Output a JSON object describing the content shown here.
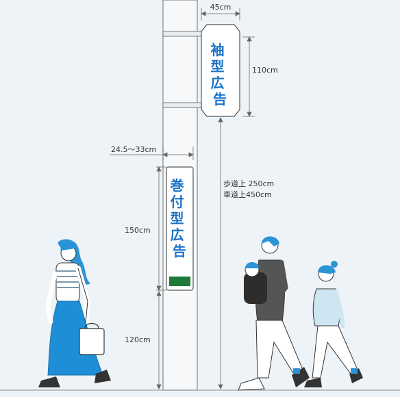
{
  "sode_sign": {
    "text": "袖型広告",
    "width_label": "45cm",
    "height_label": "110cm",
    "clearance_label_1": "歩道上 250cm",
    "clearance_label_2": "車道上450cm"
  },
  "maki_sign": {
    "text": "巻付型広告",
    "width_label": "24.5〜33cm",
    "height_label": "150cm",
    "ground_label": "120cm"
  },
  "colors": {
    "background": "#eef3f8",
    "pole": "#f6f8fa",
    "accent_blue": "#1a73c8",
    "hair_blue": "#2a95d6",
    "skirt_blue": "#1e8fd6",
    "sign_green": "#1f7a3a"
  }
}
